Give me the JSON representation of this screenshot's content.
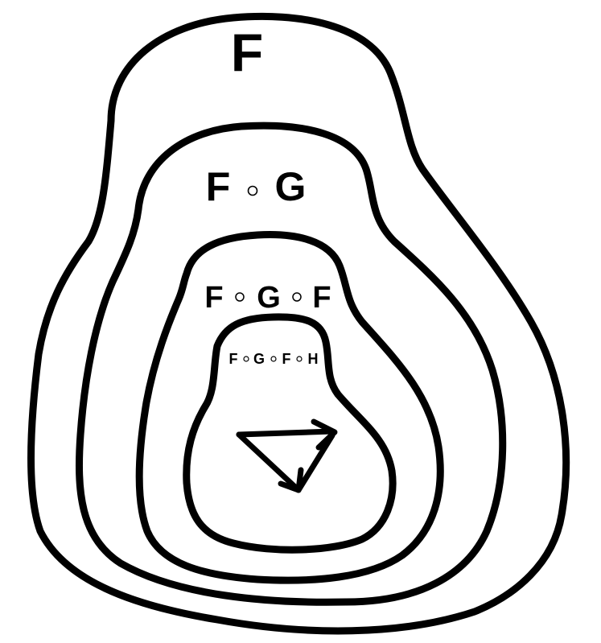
{
  "colors": {
    "stroke": "#000000",
    "background": "#ffffff"
  },
  "regions": [
    {
      "id": "outer",
      "terms": [
        "F"
      ]
    },
    {
      "id": "second",
      "terms": [
        "F",
        "G"
      ]
    },
    {
      "id": "third",
      "terms": [
        "F",
        "G",
        "F"
      ]
    },
    {
      "id": "inner",
      "terms": [
        "F",
        "G",
        "F",
        "H"
      ]
    }
  ],
  "composition_operator": "∘",
  "arrow_icon": "triangle-arrow-icon"
}
